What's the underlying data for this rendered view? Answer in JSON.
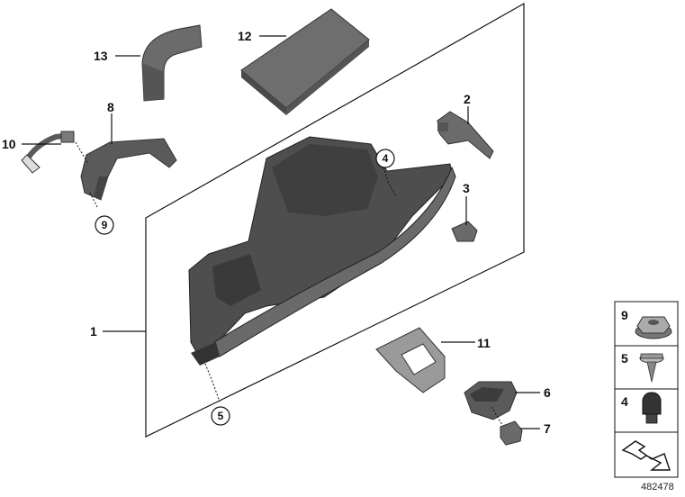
{
  "callouts": {
    "c1": "1",
    "c2": "2",
    "c3": "3",
    "c6": "6",
    "c7": "7",
    "c8": "8",
    "c10": "10",
    "c11": "11",
    "c12": "12",
    "c13": "13"
  },
  "circled_refs": {
    "r4": "4",
    "r5": "5",
    "r9": "9"
  },
  "legend": {
    "items": [
      {
        "number": "9",
        "icon": "nut-icon"
      },
      {
        "number": "5",
        "icon": "screw-icon"
      },
      {
        "number": "4",
        "icon": "bumper-stop-icon"
      },
      {
        "number": "",
        "icon": "arrow-symbol-icon"
      }
    ]
  },
  "drawing_id": "482478",
  "colors": {
    "part_dark": "#4a4a4a",
    "part_mid": "#6b6b6b",
    "part_light": "#8c8c8c",
    "line": "#111111"
  }
}
